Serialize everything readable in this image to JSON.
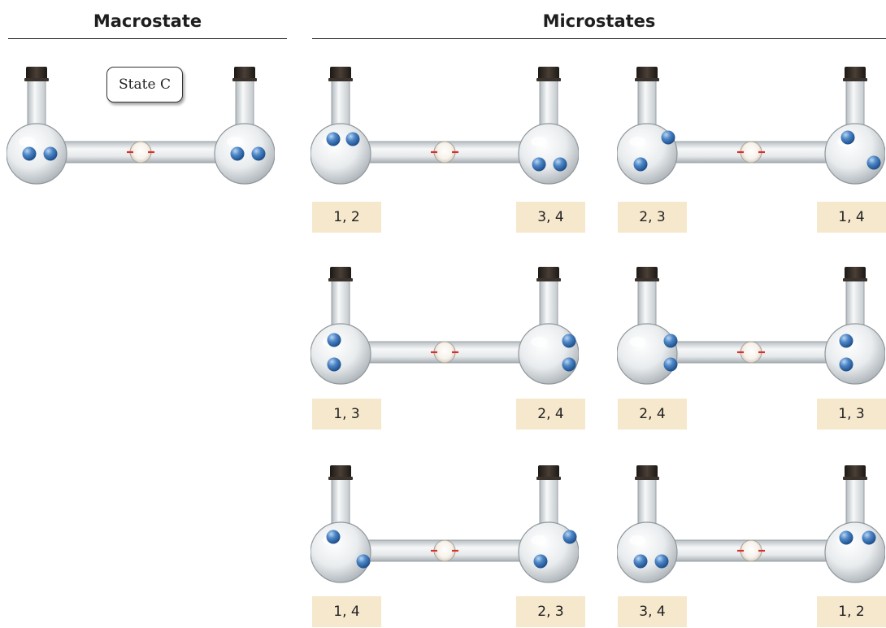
{
  "headings": {
    "macrostate": "Macrostate",
    "microstates": "Microstates"
  },
  "macrostate": {
    "state_label": "State C",
    "left_ball_count": 2,
    "right_ball_count": 2
  },
  "microstates": [
    {
      "left_label": "1, 2",
      "right_label": "3, 4"
    },
    {
      "left_label": "2, 3",
      "right_label": "1, 4"
    },
    {
      "left_label": "1, 3",
      "right_label": "2, 4"
    },
    {
      "left_label": "2, 4",
      "right_label": "1, 3"
    },
    {
      "left_label": "1, 4",
      "right_label": "2, 3"
    },
    {
      "left_label": "3, 4",
      "right_label": "1, 2"
    }
  ],
  "colors": {
    "label_fill": "#f6e8cc",
    "ball": "#4d86c6",
    "cork": "#2b2520",
    "valve_mark": "#d8322a"
  }
}
